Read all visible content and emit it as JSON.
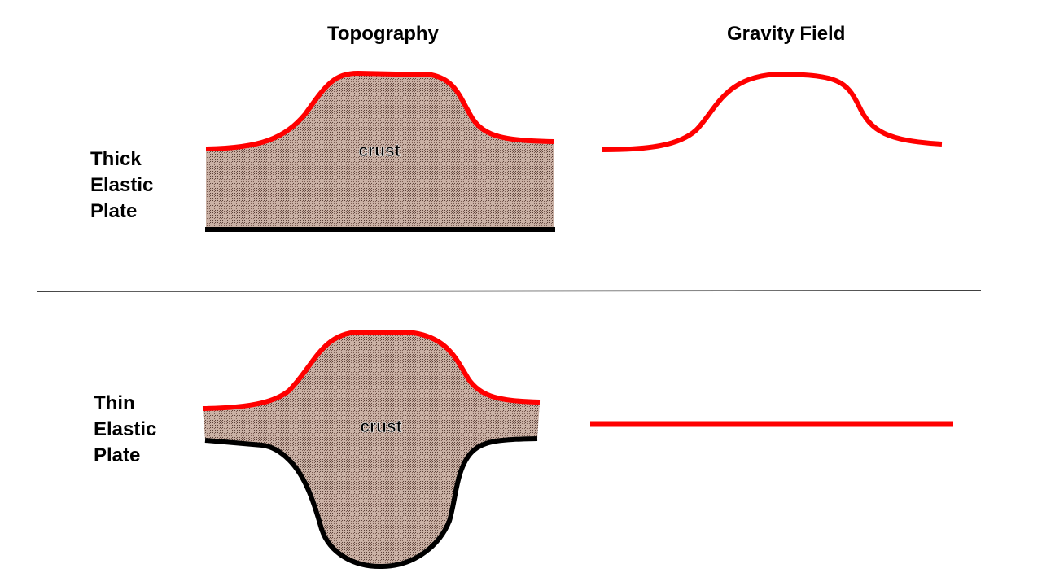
{
  "columns": {
    "topography": "Topography",
    "gravity": "Gravity Field"
  },
  "rows": {
    "thick": {
      "lines": [
        "Thick",
        "Elastic",
        "Plate"
      ]
    },
    "thin": {
      "lines": [
        "Thin",
        "Elastic",
        "Plate"
      ]
    }
  },
  "labels": {
    "crust_top": "crust",
    "crust_bottom": "crust"
  },
  "colors": {
    "topography_line": "#ff0000",
    "gravity_line": "#ff0000",
    "base_line": "#000000",
    "crust_fill": "#b89a8a",
    "divider": "#000000"
  }
}
